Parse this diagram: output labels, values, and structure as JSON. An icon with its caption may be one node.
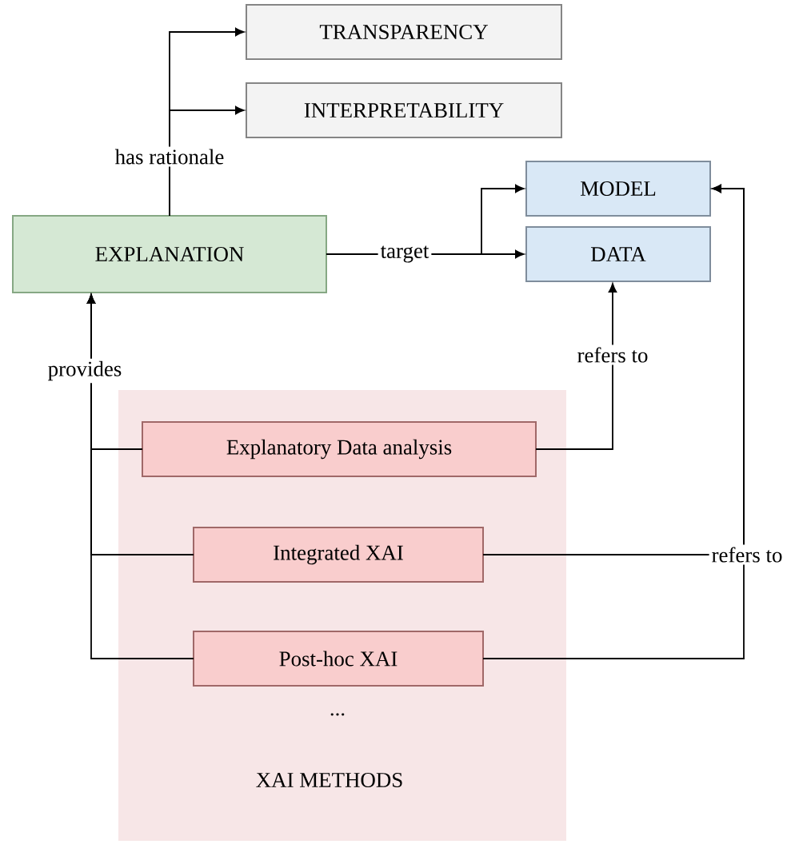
{
  "diagram": {
    "nodes": [
      {
        "text": [
          "TRANSPARENCY"
        ]
      },
      {
        "text": [
          "INTERPRETABILITY"
        ]
      },
      {
        "text": [
          "MODEL"
        ]
      },
      {
        "text": [
          "EXPLANATION"
        ]
      },
      {
        "text": [
          "DATA"
        ]
      },
      {
        "text": [
          "...",
          "XAI METHODS"
        ]
      },
      {
        "text": [
          "Explanatory Data analysis"
        ],
        "in": 5
      },
      {
        "text": [
          "Integrated XAI"
        ],
        "in": 5
      },
      {
        "text": [
          "Post-hoc XAI"
        ],
        "in": 5
      }
    ],
    "edges": [
      {
        "from": 3,
        "to": 0,
        "arrow": "to",
        "label": "has rationale"
      },
      {
        "from": 3,
        "to": 1,
        "arrow": "to"
      },
      {
        "from": 3,
        "to": 2,
        "arrow": "to",
        "label": "target"
      },
      {
        "from": 3,
        "to": 4,
        "arrow": "to"
      },
      {
        "from": 6,
        "to": 3,
        "arrow": "to",
        "label": "provides"
      },
      {
        "from": 7,
        "to": 3,
        "arrow": "to"
      },
      {
        "from": 8,
        "to": 3,
        "arrow": "to"
      },
      {
        "from": 6,
        "to": 4,
        "arrow": "to",
        "label": "refers to"
      },
      {
        "from": 7,
        "to": 2,
        "arrow": "to",
        "label": "refers to"
      },
      {
        "from": 8,
        "to": 2,
        "arrow": "to"
      }
    ]
  }
}
